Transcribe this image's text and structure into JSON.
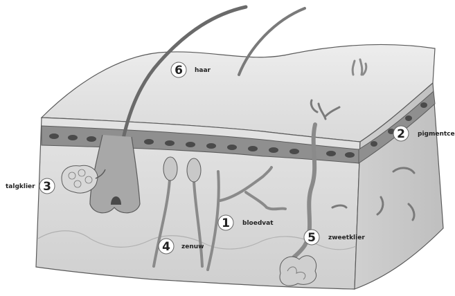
{
  "colors": {
    "skin_top": "#e2e2e2",
    "skin_side": "#d6d6d6",
    "pigment_layer": "#8f8f8f",
    "cells": "#4a4a4a",
    "outline": "#5a5a5a",
    "structure": "#9a9a9a"
  },
  "labels": [
    {
      "number": "1",
      "text": "bloedvat"
    },
    {
      "number": "2",
      "text": "pigmentce"
    },
    {
      "number": "3",
      "text": "talgklier"
    },
    {
      "number": "4",
      "text": "zenuw"
    },
    {
      "number": "5",
      "text": "zweetklier"
    },
    {
      "number": "6",
      "text": "haar"
    }
  ]
}
